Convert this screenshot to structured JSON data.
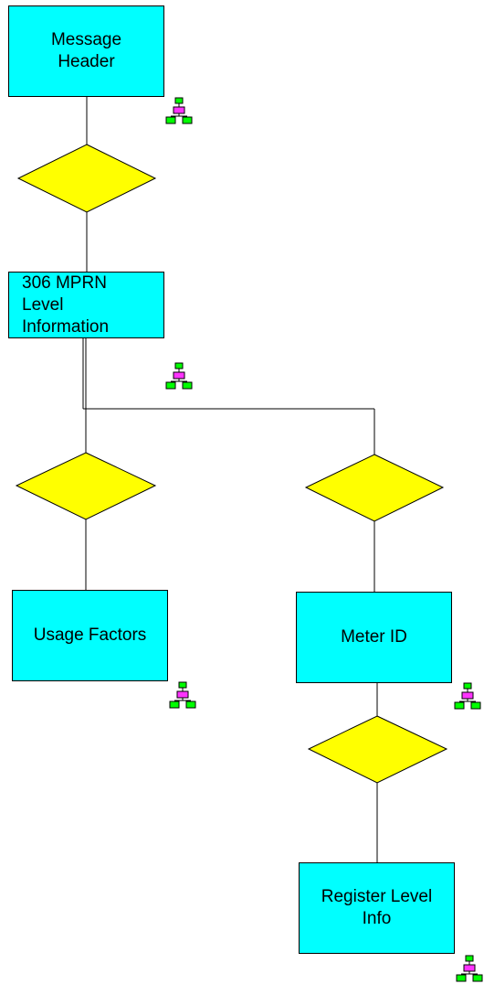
{
  "colors": {
    "box_fill": "#00ffff",
    "diamond_fill": "#ffff00",
    "line": "#000000",
    "icon_top": "#ff33ff",
    "icon_bottom": "#00ff00"
  },
  "nodes": {
    "message_header": "Message\nHeader",
    "mprn_level": "306 MPRN\nLevel\nInformation",
    "usage_factors": "Usage Factors",
    "meter_id": "Meter ID",
    "register_level": "Register Level\nInfo"
  },
  "icons": {
    "node_decoration": "hierarchy-icon"
  }
}
